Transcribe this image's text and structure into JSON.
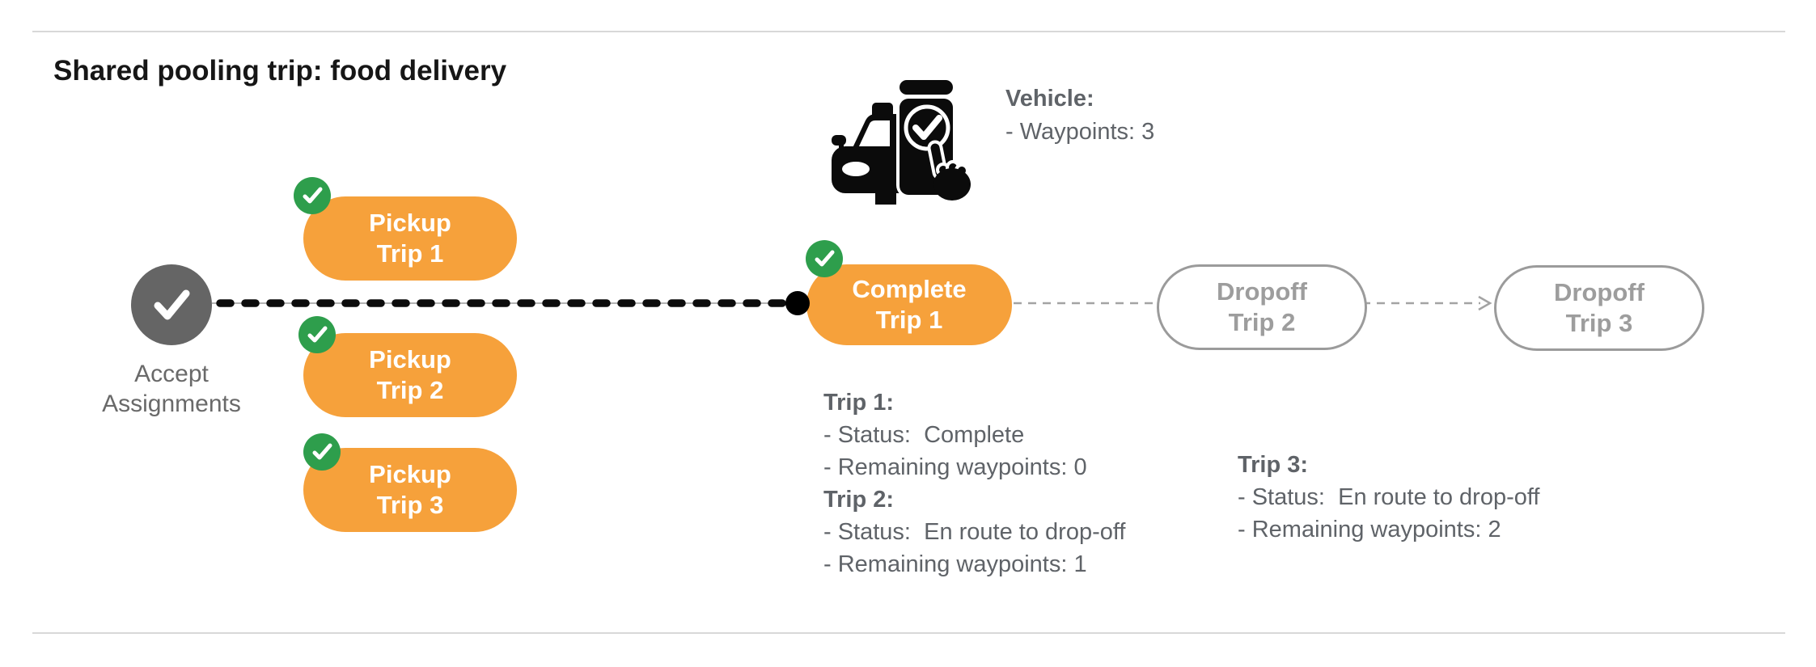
{
  "title": "Shared pooling trip: food delivery",
  "vehicle": {
    "icon": "car-phone-check-icon",
    "label": "Vehicle:",
    "waypoints_line": "- Waypoints: 3"
  },
  "flow": {
    "start": {
      "icon": "check-icon",
      "label_line1": "Accept",
      "label_line2": "Assignments"
    },
    "pickups": [
      {
        "line1": "Pickup",
        "line2": "Trip 1",
        "badge_icon": "check-badge-icon"
      },
      {
        "line1": "Pickup",
        "line2": "Trip 2",
        "badge_icon": "check-badge-icon"
      },
      {
        "line1": "Pickup",
        "line2": "Trip 3",
        "badge_icon": "check-badge-icon"
      }
    ],
    "complete": {
      "line1": "Complete",
      "line2": "Trip 1",
      "badge_icon": "check-badge-icon"
    },
    "dropoffs": [
      {
        "line1": "Dropoff",
        "line2": "Trip 2"
      },
      {
        "line1": "Dropoff",
        "line2": "Trip 3"
      }
    ]
  },
  "status_blocks": [
    {
      "lines": [
        {
          "text": "Trip 1:",
          "bold": true
        },
        {
          "text": "- Status:  Complete",
          "bold": false
        },
        {
          "text": "- Remaining waypoints: 0",
          "bold": false
        },
        {
          "text": "Trip 2:",
          "bold": true
        },
        {
          "text": "- Status:  En route to drop-off",
          "bold": false
        },
        {
          "text": "- Remaining waypoints: 1",
          "bold": false
        }
      ]
    },
    {
      "lines": [
        {
          "text": "Trip 3:",
          "bold": true
        },
        {
          "text": "- Status:  En route to drop-off",
          "bold": false
        },
        {
          "text": "- Remaining waypoints: 2",
          "bold": false
        }
      ]
    }
  ],
  "icons": {
    "vehicle": "car-phone-check-icon",
    "start": "check-icon",
    "badge": "check-badge-icon",
    "route_dot": "waypoint-dot",
    "arrow": "arrow-right-icon"
  },
  "colors": {
    "orange": "#f6a13b",
    "green": "#2e9e4c",
    "start_gray": "#656565",
    "text_gray": "#5f6368",
    "outline_gray": "#9b9b9b",
    "divider_gray": "#d8d8d8",
    "black": "#000000"
  }
}
